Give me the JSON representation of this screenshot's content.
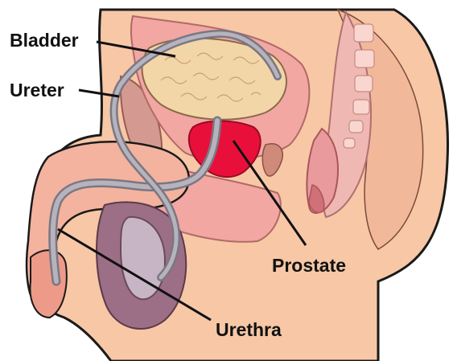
{
  "labels": {
    "bladder": "Bladder",
    "ureter": "Ureter",
    "prostate": "Prostate",
    "urethra": "Urethra"
  },
  "colors": {
    "skin": "#f7c7a6",
    "skin_outline": "#1a1a1a",
    "tissue_pink": "#f2a7a3",
    "bladder_fill": "#f3d6a8",
    "prostate": "#e8103a",
    "urethra_tube": "#a6a3ad",
    "scrotum": "#9c6f86",
    "bone": "#f0b8b3"
  }
}
